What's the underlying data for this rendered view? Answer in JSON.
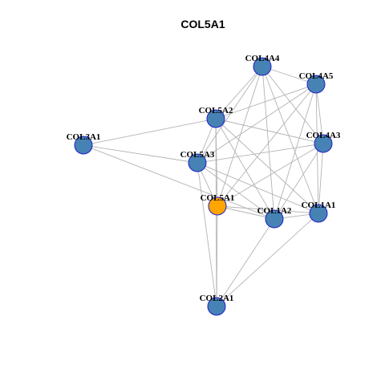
{
  "title": "COL5A1",
  "colors": {
    "node_fill": "#4682B4",
    "node_border": "#1f1fc8",
    "center_fill": "#FFA500",
    "edge": "#b3b3b3",
    "label": "#000000"
  },
  "nodes": [
    {
      "id": "COL4A4",
      "label": "COL4A4",
      "center": false
    },
    {
      "id": "COL4A5",
      "label": "COL4A5",
      "center": false
    },
    {
      "id": "COL5A2",
      "label": "COL5A2",
      "center": false
    },
    {
      "id": "COL4A3",
      "label": "COL4A3",
      "center": false
    },
    {
      "id": "COL3A1",
      "label": "COL3A1",
      "center": false
    },
    {
      "id": "COL5A3",
      "label": "COL5A3",
      "center": false
    },
    {
      "id": "COL5A1",
      "label": "COL5A1",
      "center": true
    },
    {
      "id": "COL1A1",
      "label": "COL1A1",
      "center": false
    },
    {
      "id": "COL1A2",
      "label": "COL1A2",
      "center": false
    },
    {
      "id": "COL2A1",
      "label": "COL2A1",
      "center": false
    }
  ],
  "edges": [
    [
      "COL4A4",
      "COL4A5"
    ],
    [
      "COL4A4",
      "COL5A2"
    ],
    [
      "COL4A4",
      "COL4A3"
    ],
    [
      "COL4A4",
      "COL5A3"
    ],
    [
      "COL4A4",
      "COL5A1"
    ],
    [
      "COL4A4",
      "COL1A2"
    ],
    [
      "COL4A4",
      "COL1A1"
    ],
    [
      "COL4A5",
      "COL5A2"
    ],
    [
      "COL4A5",
      "COL4A3"
    ],
    [
      "COL4A5",
      "COL5A3"
    ],
    [
      "COL4A5",
      "COL5A1"
    ],
    [
      "COL4A5",
      "COL1A2"
    ],
    [
      "COL4A5",
      "COL1A1"
    ],
    [
      "COL5A2",
      "COL3A1"
    ],
    [
      "COL5A2",
      "COL5A3"
    ],
    [
      "COL5A2",
      "COL5A1"
    ],
    [
      "COL5A2",
      "COL4A3"
    ],
    [
      "COL5A2",
      "COL1A2"
    ],
    [
      "COL5A2",
      "COL1A1"
    ],
    [
      "COL5A2",
      "COL2A1"
    ],
    [
      "COL4A3",
      "COL5A3"
    ],
    [
      "COL4A3",
      "COL5A1"
    ],
    [
      "COL4A3",
      "COL1A2"
    ],
    [
      "COL4A3",
      "COL1A1"
    ],
    [
      "COL3A1",
      "COL5A3"
    ],
    [
      "COL3A1",
      "COL1A2"
    ],
    [
      "COL5A3",
      "COL5A1"
    ],
    [
      "COL5A3",
      "COL1A2"
    ],
    [
      "COL5A3",
      "COL1A1"
    ],
    [
      "COL5A3",
      "COL2A1"
    ],
    [
      "COL5A1",
      "COL1A2"
    ],
    [
      "COL5A1",
      "COL1A1"
    ],
    [
      "COL5A1",
      "COL2A1"
    ],
    [
      "COL1A2",
      "COL1A1"
    ],
    [
      "COL1A2",
      "COL2A1"
    ],
    [
      "COL1A1",
      "COL2A1"
    ]
  ]
}
